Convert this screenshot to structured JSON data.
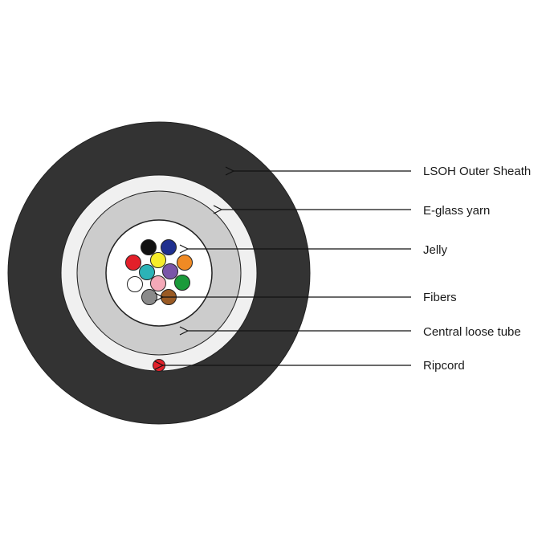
{
  "diagram": {
    "labels": {
      "outer_sheath": "LSOH Outer Sheath",
      "eglass_yarn": "E-glass yarn",
      "jelly": "Jelly",
      "fibers": "Fibers",
      "loose_tube": "Central loose tube",
      "ripcord": "Ripcord"
    },
    "colors": {
      "outer_sheath": "#333333",
      "eglass_yarn": "#f0f0f0",
      "loose_tube": "#cccccc",
      "jelly": "#ffffff",
      "ripcord": "#e3202a",
      "lines": "#111111"
    },
    "fiber_colors": [
      "#111111",
      "#1f2f8f",
      "#e3202a",
      "#f6ec2a",
      "#7a55a8",
      "#f08a24",
      "#2bb3b7",
      "#f4a9b8",
      "#ffffff",
      "#1a9a3a",
      "#8a8a8a",
      "#9a5a24"
    ]
  }
}
